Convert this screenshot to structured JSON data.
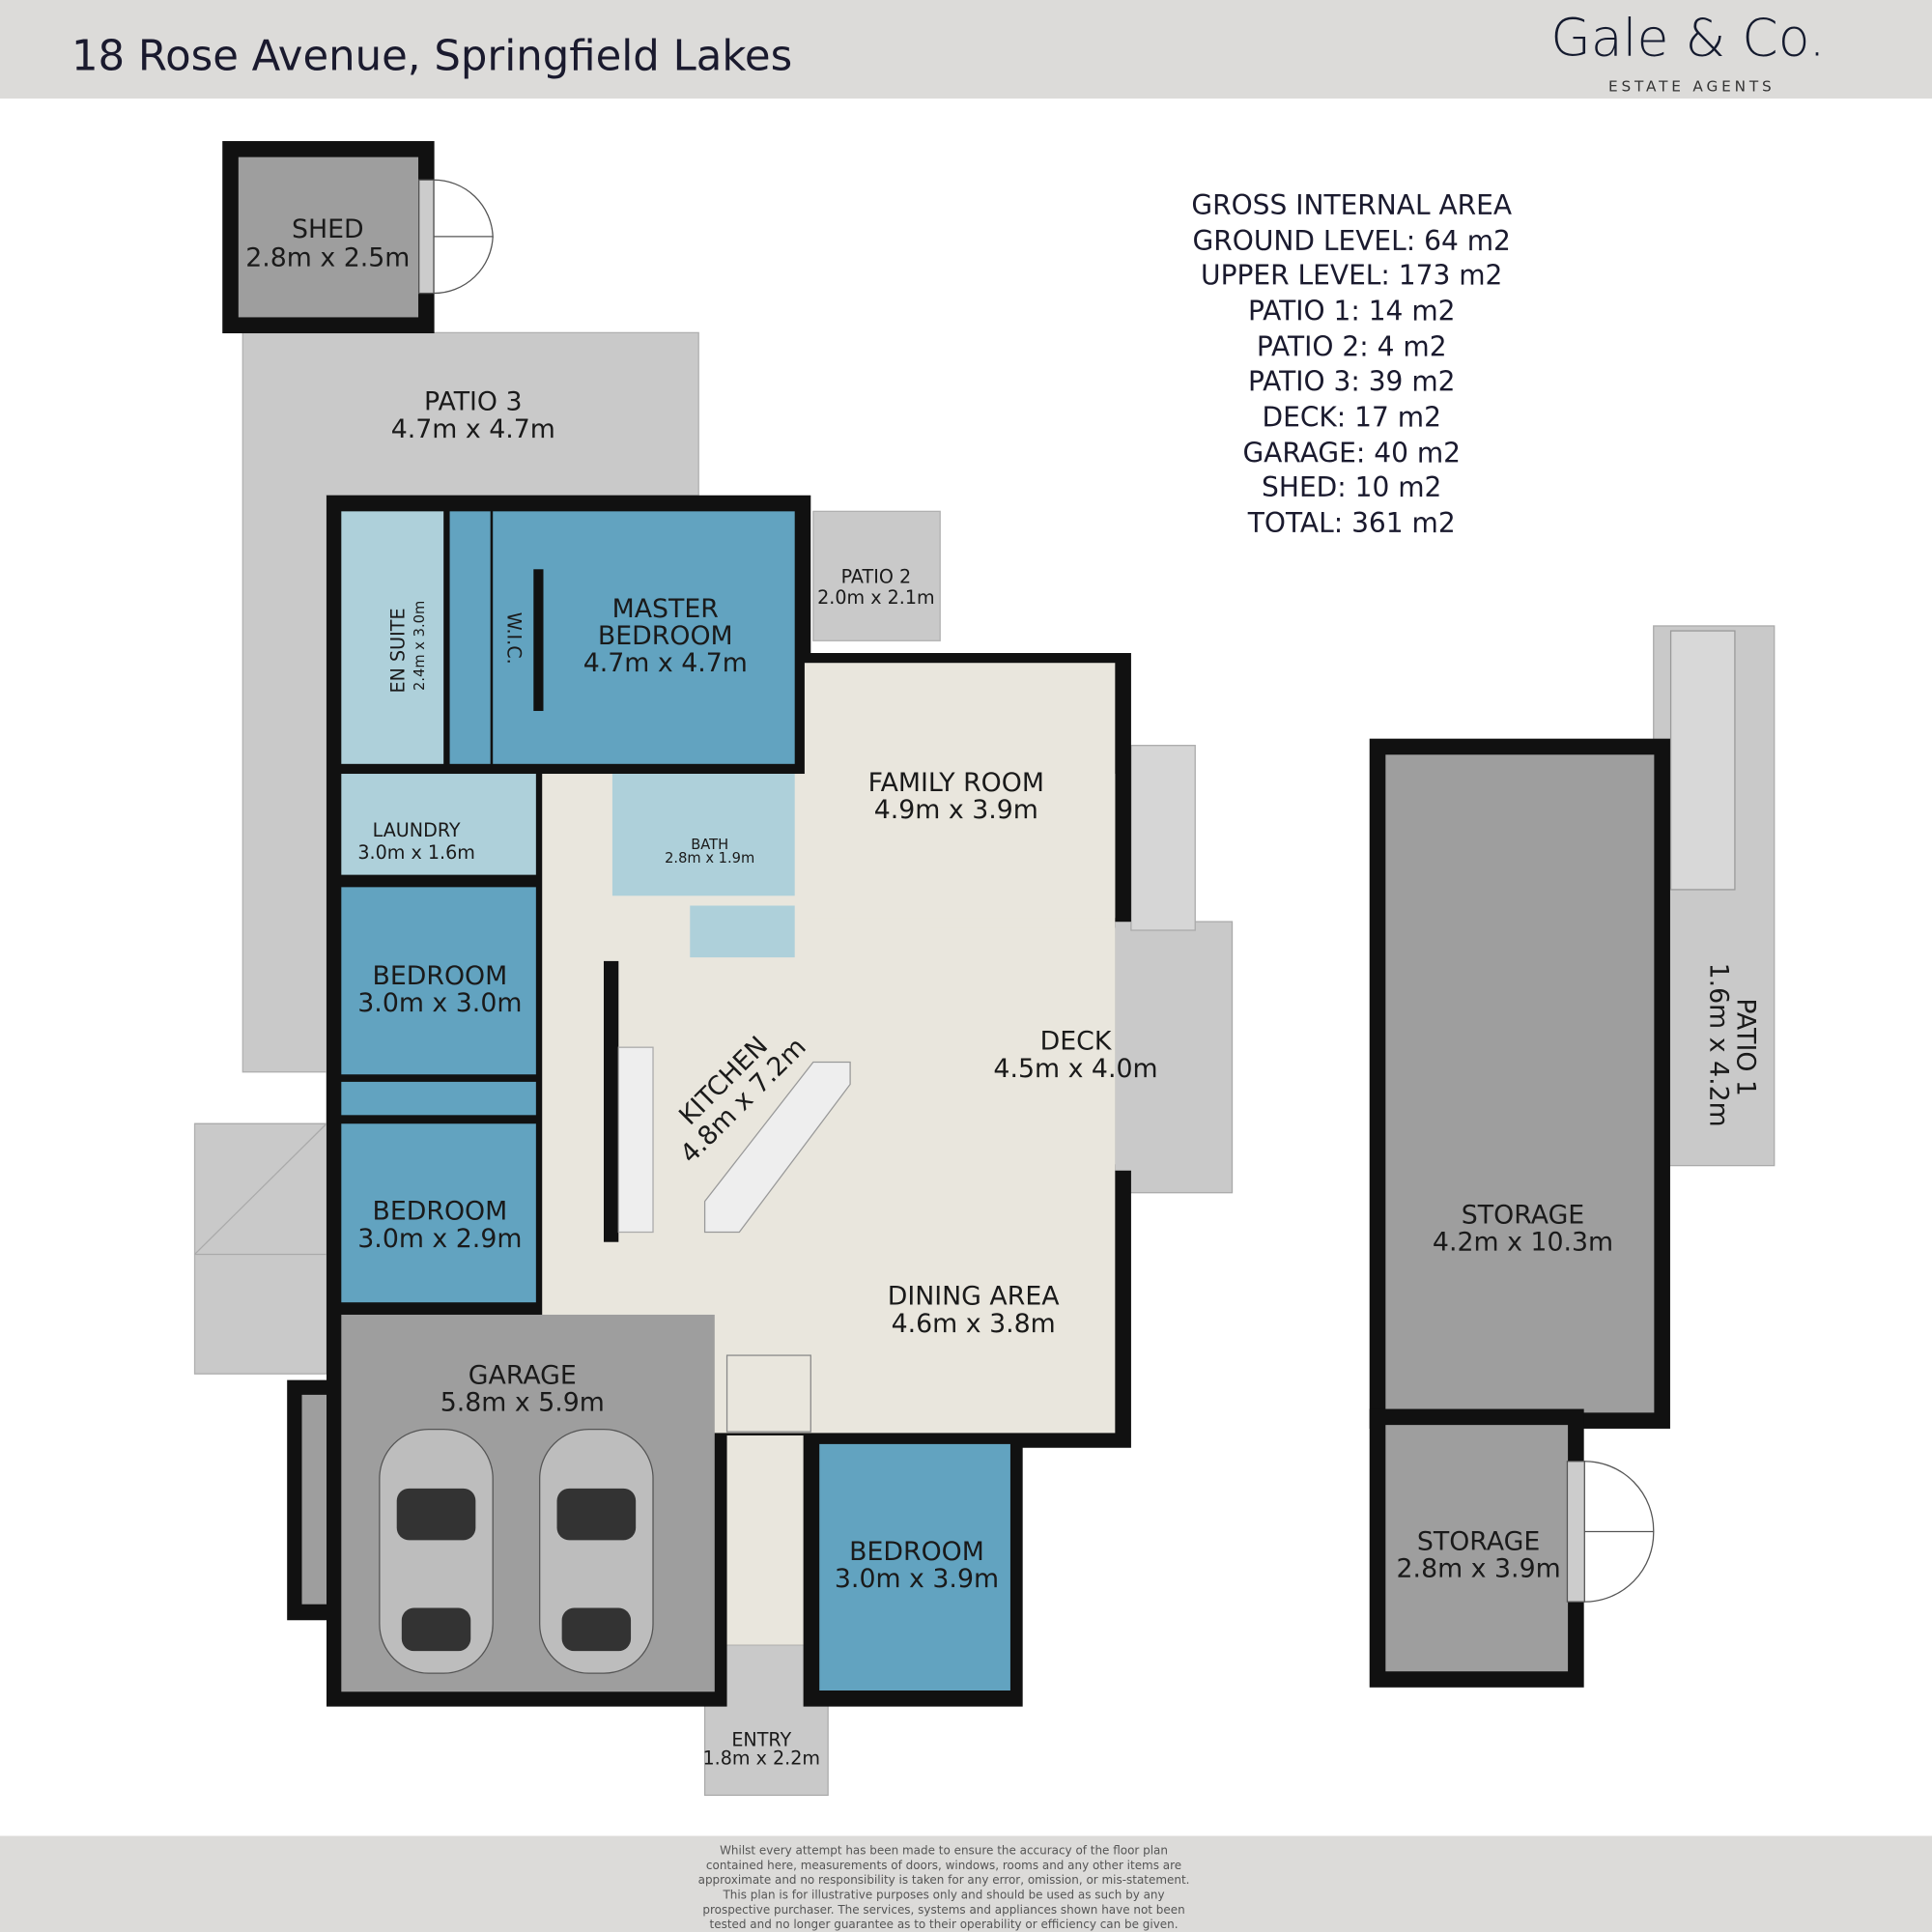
{
  "header": {
    "title": "18 Rose Avenue, Springfield Lakes",
    "logo_name": "Gale & Co.",
    "logo_tagline": "ESTATE AGENTS"
  },
  "colors": {
    "header_bg": "#dcdbd9",
    "wall": "#111111",
    "bedroom_blue": "#62a3c0",
    "wet_area_blue": "#aed0da",
    "living_beige": "#e9e6dd",
    "outdoor_gray": "#c9c9c9",
    "storage_gray": "#9e9e9e"
  },
  "areas": {
    "heading": "GROSS INTERNAL AREA",
    "lines": [
      "GROUND LEVEL: 64 m2",
      "UPPER LEVEL: 173 m2",
      "PATIO 1: 14 m2",
      "PATIO 2: 4 m2",
      "PATIO 3: 39 m2",
      "DECK: 17 m2",
      "GARAGE: 40 m2",
      "SHED: 10 m2",
      "TOTAL: 361 m2"
    ]
  },
  "rooms": {
    "shed": {
      "name": "SHED",
      "size": "2.8m x 2.5m"
    },
    "patio3": {
      "name": "PATIO 3",
      "size": "4.7m x 4.7m"
    },
    "master": {
      "name1": "MASTER",
      "name2": "BEDROOM",
      "size": "4.7m x 4.7m"
    },
    "wic": {
      "name": "W.I.C."
    },
    "ensuite": {
      "name": "EN SUITE",
      "size": "2.4m x 3.0m"
    },
    "patio2": {
      "name": "PATIO 2",
      "size": "2.0m x 2.1m"
    },
    "family": {
      "name": "FAMILY ROOM",
      "size": "4.9m x 3.9m"
    },
    "laundry": {
      "name": "LAUNDRY",
      "size": "3.0m x 1.6m"
    },
    "bath": {
      "name": "BATH",
      "size": "2.8m x 1.9m"
    },
    "bedroom1": {
      "name": "BEDROOM",
      "size": "3.0m x 3.0m"
    },
    "kitchen": {
      "name": "KITCHEN",
      "size": "4.8m x 7.2m"
    },
    "deck": {
      "name": "DECK",
      "size": "4.5m x 4.0m"
    },
    "bedroom2": {
      "name": "BEDROOM",
      "size": "3.0m x 2.9m"
    },
    "dining": {
      "name": "DINING AREA",
      "size": "4.6m x 3.8m"
    },
    "garage": {
      "name": "GARAGE",
      "size": "5.8m x 5.9m"
    },
    "bedroom3": {
      "name": "BEDROOM",
      "size": "3.0m x 3.9m"
    },
    "entry": {
      "name": "ENTRY",
      "size": "1.8m x 2.2m"
    },
    "storage_large": {
      "name": "STORAGE",
      "size": "4.2m x 10.3m"
    },
    "storage_small": {
      "name": "STORAGE",
      "size": "2.8m x 3.9m"
    },
    "patio1": {
      "name": "PATIO 1",
      "size": "1.6m x 4.2m"
    }
  },
  "footer": {
    "disclaimer": [
      "Whilst every attempt has been made to ensure the accuracy of the floor plan",
      "contained here, measurements of doors, windows, rooms and any other items are",
      "approximate and no responsibility is taken for any error, omission, or mis-statement.",
      "This plan is for illustrative purposes only and should be used as such by any",
      "prospective purchaser. The services, systems and appliances shown have not been",
      "tested and no longer guarantee as to their operability or efficiency can be given."
    ]
  }
}
